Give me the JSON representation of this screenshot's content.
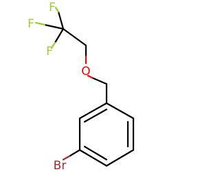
{
  "molecule": {
    "atoms": {
      "f1": {
        "label": "F",
        "color": "#9acd32"
      },
      "f2": {
        "label": "F",
        "color": "#9acd32"
      },
      "f3": {
        "label": "F",
        "color": "#9acd32"
      },
      "o": {
        "label": "O",
        "color": "#ff0000"
      },
      "br": {
        "label": "Br",
        "color": "#a52a2a"
      }
    },
    "bond_color": "#000000"
  }
}
